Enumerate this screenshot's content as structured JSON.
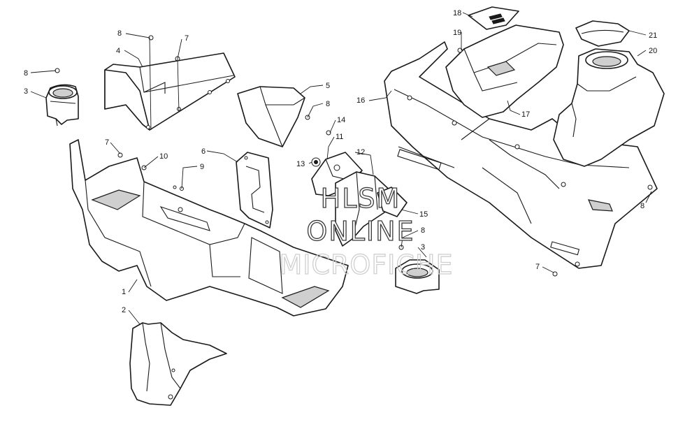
{
  "watermark": {
    "line1": "HLSM",
    "line2": "ONLINE",
    "line3": "MICROFICHE"
  },
  "callouts": [
    {
      "id": "c8a",
      "label": "8"
    },
    {
      "id": "c7a",
      "label": "7"
    },
    {
      "id": "c4",
      "label": "4"
    },
    {
      "id": "c8b",
      "label": "8"
    },
    {
      "id": "c3a",
      "label": "3"
    },
    {
      "id": "c5",
      "label": "5"
    },
    {
      "id": "c8c",
      "label": "8"
    },
    {
      "id": "c7b",
      "label": "7"
    },
    {
      "id": "c10",
      "label": "10"
    },
    {
      "id": "c6",
      "label": "6"
    },
    {
      "id": "c9",
      "label": "9"
    },
    {
      "id": "c14",
      "label": "14"
    },
    {
      "id": "c11",
      "label": "11"
    },
    {
      "id": "c13",
      "label": "13"
    },
    {
      "id": "c12",
      "label": "12"
    },
    {
      "id": "c15",
      "label": "15"
    },
    {
      "id": "c8d",
      "label": "8"
    },
    {
      "id": "c3b",
      "label": "3"
    },
    {
      "id": "c1",
      "label": "1"
    },
    {
      "id": "c2",
      "label": "2"
    },
    {
      "id": "c16",
      "label": "16"
    },
    {
      "id": "c18",
      "label": "18"
    },
    {
      "id": "c19",
      "label": "19"
    },
    {
      "id": "c17",
      "label": "17"
    },
    {
      "id": "c21",
      "label": "21"
    },
    {
      "id": "c20",
      "label": "20"
    },
    {
      "id": "c8e",
      "label": "8"
    },
    {
      "id": "c7c",
      "label": "7"
    }
  ]
}
